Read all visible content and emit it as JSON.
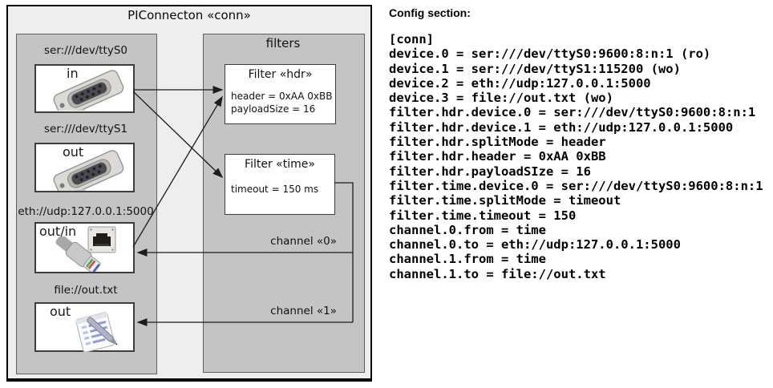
{
  "diagram": {
    "title": "PIConnecton «conn»",
    "devices_panel": {
      "devices": [
        {
          "label": "ser:///dev/ttyS0",
          "direction": "in",
          "icon": "serial-connector"
        },
        {
          "label": "ser:///dev/ttyS1",
          "direction": "out",
          "icon": "serial-connector"
        },
        {
          "label": "eth://udp:127.0.0.1:5000",
          "direction": "out/in",
          "icon": "ethernet-connector"
        },
        {
          "label": "file://out.txt",
          "direction": "out",
          "icon": "notepad"
        }
      ]
    },
    "filters_panel": {
      "label": "filters",
      "filters": [
        {
          "title": "Filter «hdr»",
          "attributes": [
            "header = 0xAA 0xBB",
            "payloadSize = 16"
          ]
        },
        {
          "title": "Filter «time»",
          "attributes": [
            "timeout = 150 ms"
          ]
        }
      ]
    },
    "channels": [
      {
        "label": "channel «0»"
      },
      {
        "label": "channel «1»"
      }
    ],
    "connections": [
      "ttyS0-in to Filter hdr",
      "ttyS0-in to Filter time",
      "eth-out/in to Filter hdr",
      "Filter time to channel 0 to eth-out/in",
      "Filter time to channel 1 to file-out"
    ]
  },
  "config": {
    "heading": "Config section:",
    "lines": [
      "[conn]",
      "device.0 = ser:///dev/ttyS0:9600:8:n:1 (ro)",
      "device.1 = ser:///dev/ttyS1:115200 (wo)",
      "device.2 = eth://udp:127.0.0.1:5000",
      "device.3 = file://out.txt (wo)",
      "filter.hdr.device.0 = ser:///dev/ttyS0:9600:8:n:1",
      "filter.hdr.device.1 = eth://udp:127.0.0.1:5000",
      "filter.hdr.splitMode = header",
      "filter.hdr.header = 0xAA 0xBB",
      "filter.hdr.payloadSIze = 16",
      "filter.time.device.0 = ser:///dev/ttyS0:9600:8:n:1",
      "filter.time.splitMode = timeout",
      "filter.time.timeout = 150",
      "channel.0.from = time",
      "channel.0.to = eth://udp:127.0.0.1:5000",
      "channel.1.from = time",
      "channel.1.to = file://out.txt"
    ]
  },
  "colors": {
    "outer_fill": "#eeeeee",
    "panel_fill": "#c4c4c4",
    "box_fill": "#ffffff",
    "line": "#1c1c1c",
    "text": "#000000"
  }
}
